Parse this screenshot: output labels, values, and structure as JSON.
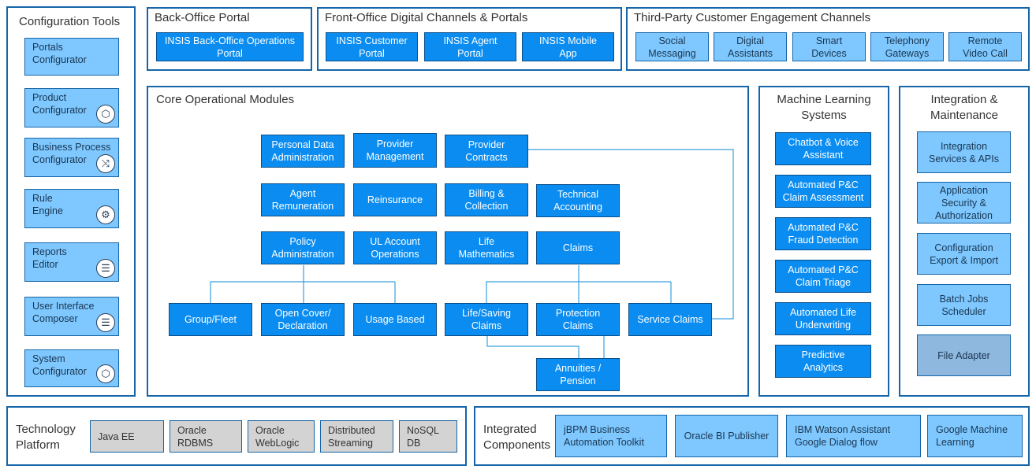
{
  "config": {
    "title": "Configuration Tools",
    "items": [
      {
        "label": "Portals\nConfigurator",
        "icon": ""
      },
      {
        "label": "Product\nConfigurator",
        "icon": "box-icon"
      },
      {
        "label": "Business Process\nConfigurator",
        "icon": "shuffle-icon"
      },
      {
        "label": "Rule\nEngine",
        "icon": "gear-icon"
      },
      {
        "label": "Reports\nEditor",
        "icon": "list-icon"
      },
      {
        "label": "User Interface\nComposer",
        "icon": "list-icon"
      },
      {
        "label": "System\nConfigurator",
        "icon": "box-icon"
      }
    ]
  },
  "backoffice": {
    "title": "Back-Office Portal",
    "items": [
      "INSIS Back-Office Operations\nPortal"
    ]
  },
  "frontoffice": {
    "title": "Front-Office Digital Channels & Portals",
    "items": [
      "INSIS Customer\nPortal",
      "INSIS Agent\nPortal",
      "INSIS Mobile\nApp"
    ]
  },
  "thirdparty": {
    "title": "Third-Party Customer Engagement Channels",
    "items": [
      "Social\nMessaging",
      "Digital\nAssistants",
      "Smart\nDevices",
      "Telephony\nGateways",
      "Remote\nVideo Call"
    ]
  },
  "core": {
    "title": "Core Operational Modules",
    "modules": {
      "personal_data": "Personal Data\nAdministration",
      "provider_mgmt": "Provider\nManagement",
      "provider_contracts": "Provider\nContracts",
      "agent_rem": "Agent\nRemuneration",
      "reinsurance": "Reinsurance",
      "billing": "Billing &\nCollection",
      "tech_accounting": "Technical\nAccounting",
      "policy_admin": "Policy\nAdministration",
      "ul_account": "UL Account\nOperations",
      "life_math": "Life\nMathematics",
      "claims": "Claims",
      "group_fleet": "Group/Fleet",
      "open_cover": "Open Cover/\nDeclaration",
      "usage_based": "Usage Based",
      "life_saving": "Life/Saving\nClaims",
      "protection": "Protection\nClaims",
      "service_claims": "Service Claims",
      "annuities": "Annuities /\nPension"
    }
  },
  "ml": {
    "title": "Machine Learning\nSystems",
    "items": [
      "Chatbot & Voice\nAssistant",
      "Automated P&C\nClaim Assessment",
      "Automated P&C\nFraud Detection",
      "Automated P&C\nClaim Triage",
      "Automated Life\nUnderwriting",
      "Predictive\nAnalytics"
    ]
  },
  "integration": {
    "title": "Integration &\nMaintenance",
    "items": [
      "Integration\nServices & APIs",
      "Application\nSecurity &\nAuthorization",
      "Configuration\nExport & Import",
      "Batch Jobs\nScheduler",
      "File Adapter"
    ]
  },
  "tech": {
    "title": "Technology\nPlatform",
    "items": [
      "Java EE",
      "Oracle\nRDBMS",
      "Oracle\nWebLogic",
      "Distributed\nStreaming",
      "NoSQL\nDB"
    ]
  },
  "components": {
    "title": "Integrated\nComponents",
    "items": [
      "jBPM Business\nAutomation Toolkit",
      "Oracle BI Publisher",
      "IBM Watson Assistant\nGoogle Dialog flow",
      "Google Machine\nLearning"
    ]
  },
  "colors": {
    "border": "#1565a8",
    "dark_box": "#0a8cf0",
    "light_box": "#7ec8ff",
    "grey_box": "#d3d3d3"
  }
}
